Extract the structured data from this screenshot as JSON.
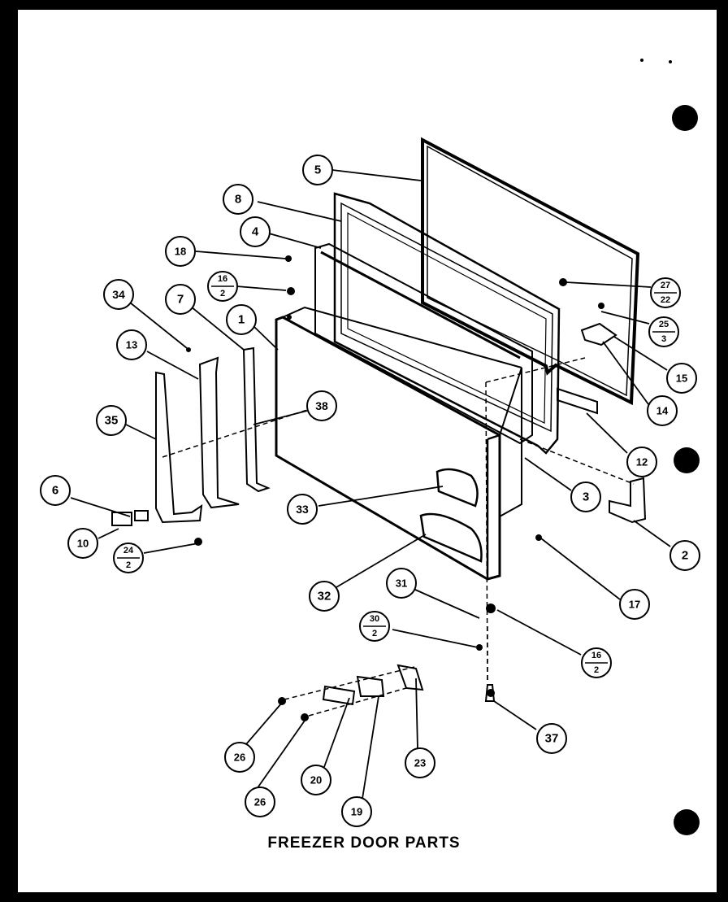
{
  "caption": "FREEZER DOOR PARTS",
  "callouts": [
    {
      "id": "c5",
      "text": "5"
    },
    {
      "id": "c8",
      "text": "8"
    },
    {
      "id": "c4",
      "text": "4"
    },
    {
      "id": "c18",
      "text": "18"
    },
    {
      "id": "c16a",
      "top": "16",
      "bottom": "2"
    },
    {
      "id": "c34",
      "text": "34"
    },
    {
      "id": "c7",
      "text": "7"
    },
    {
      "id": "c1",
      "text": "1"
    },
    {
      "id": "c13",
      "text": "13"
    },
    {
      "id": "c35",
      "text": "35"
    },
    {
      "id": "c38",
      "text": "38"
    },
    {
      "id": "c27",
      "top": "27",
      "bottom": "22"
    },
    {
      "id": "c25",
      "top": "25",
      "bottom": "3"
    },
    {
      "id": "c15",
      "text": "15"
    },
    {
      "id": "c14",
      "text": "14"
    },
    {
      "id": "c12",
      "text": "12"
    },
    {
      "id": "c3",
      "text": "3"
    },
    {
      "id": "c2",
      "text": "2"
    },
    {
      "id": "c6",
      "text": "6"
    },
    {
      "id": "c10",
      "text": "10"
    },
    {
      "id": "c24",
      "top": "24",
      "bottom": "2"
    },
    {
      "id": "c33",
      "text": "33"
    },
    {
      "id": "c32",
      "text": "32"
    },
    {
      "id": "c17",
      "text": "17"
    },
    {
      "id": "c31",
      "text": "31"
    },
    {
      "id": "c30",
      "top": "30",
      "bottom": "2"
    },
    {
      "id": "c16b",
      "top": "16",
      "bottom": "2"
    },
    {
      "id": "c37",
      "text": "37"
    },
    {
      "id": "c26a",
      "text": "26"
    },
    {
      "id": "c26b",
      "text": "26"
    },
    {
      "id": "c20",
      "text": "20"
    },
    {
      "id": "c19",
      "text": "19"
    },
    {
      "id": "c23",
      "text": "23"
    }
  ]
}
